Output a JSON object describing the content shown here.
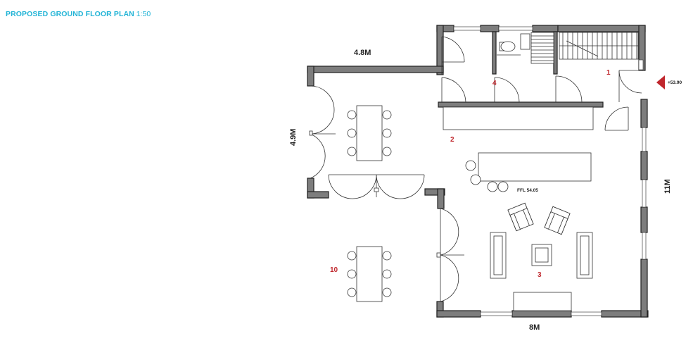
{
  "title": {
    "main": "PROPOSED GROUND FLOOR PLAN",
    "scale": "1:50"
  },
  "dimensions": {
    "top_width": "4.8M",
    "left_depth": "4.9M",
    "bottom_width": "8M",
    "right_depth": "11M"
  },
  "rooms": {
    "r1": "1",
    "r2": "2",
    "r3": "3",
    "r4": "4",
    "r10": "10"
  },
  "levels": {
    "ffl": "FFL 54.05",
    "entrance": "+53.90"
  },
  "colors": {
    "accent": "#23b4d6",
    "room_label": "#c0272d",
    "wall": "#7d7d7d",
    "entrance_marker": "#c0272d"
  }
}
